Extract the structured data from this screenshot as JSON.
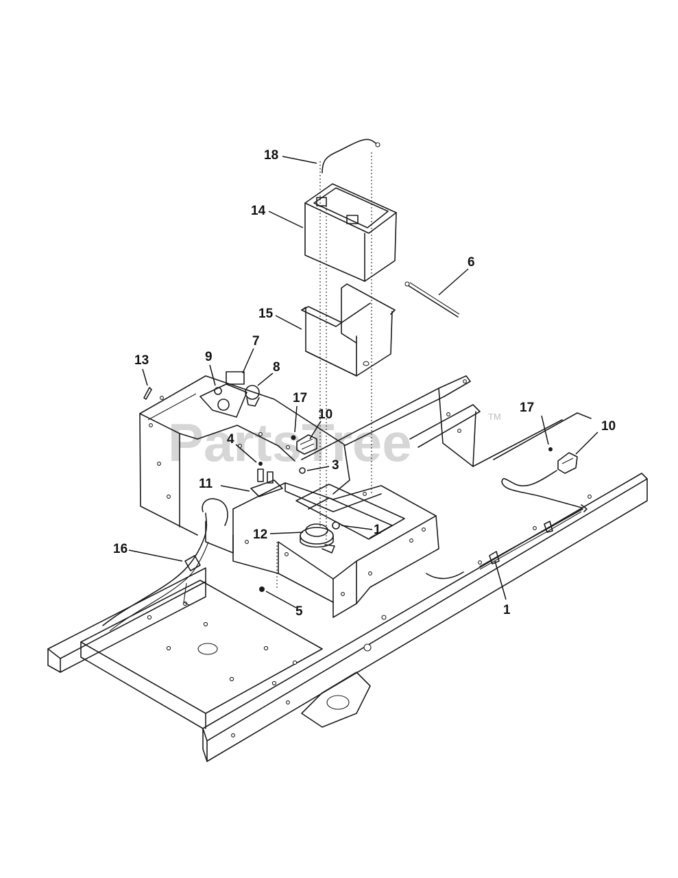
{
  "watermark": {
    "text": "PartsTree",
    "trademark": "TM"
  },
  "callouts": {
    "c18": "18",
    "c14": "14",
    "c6": "6",
    "c15": "15",
    "c13": "13",
    "c9": "9",
    "c7": "7",
    "c8": "8",
    "c17a": "17",
    "c10a": "10",
    "c4": "4",
    "c3": "3",
    "c11": "11",
    "c12": "12",
    "c1a": "1",
    "c16": "16",
    "c5": "5",
    "c17b": "17",
    "c10b": "10",
    "c1b": "1"
  }
}
